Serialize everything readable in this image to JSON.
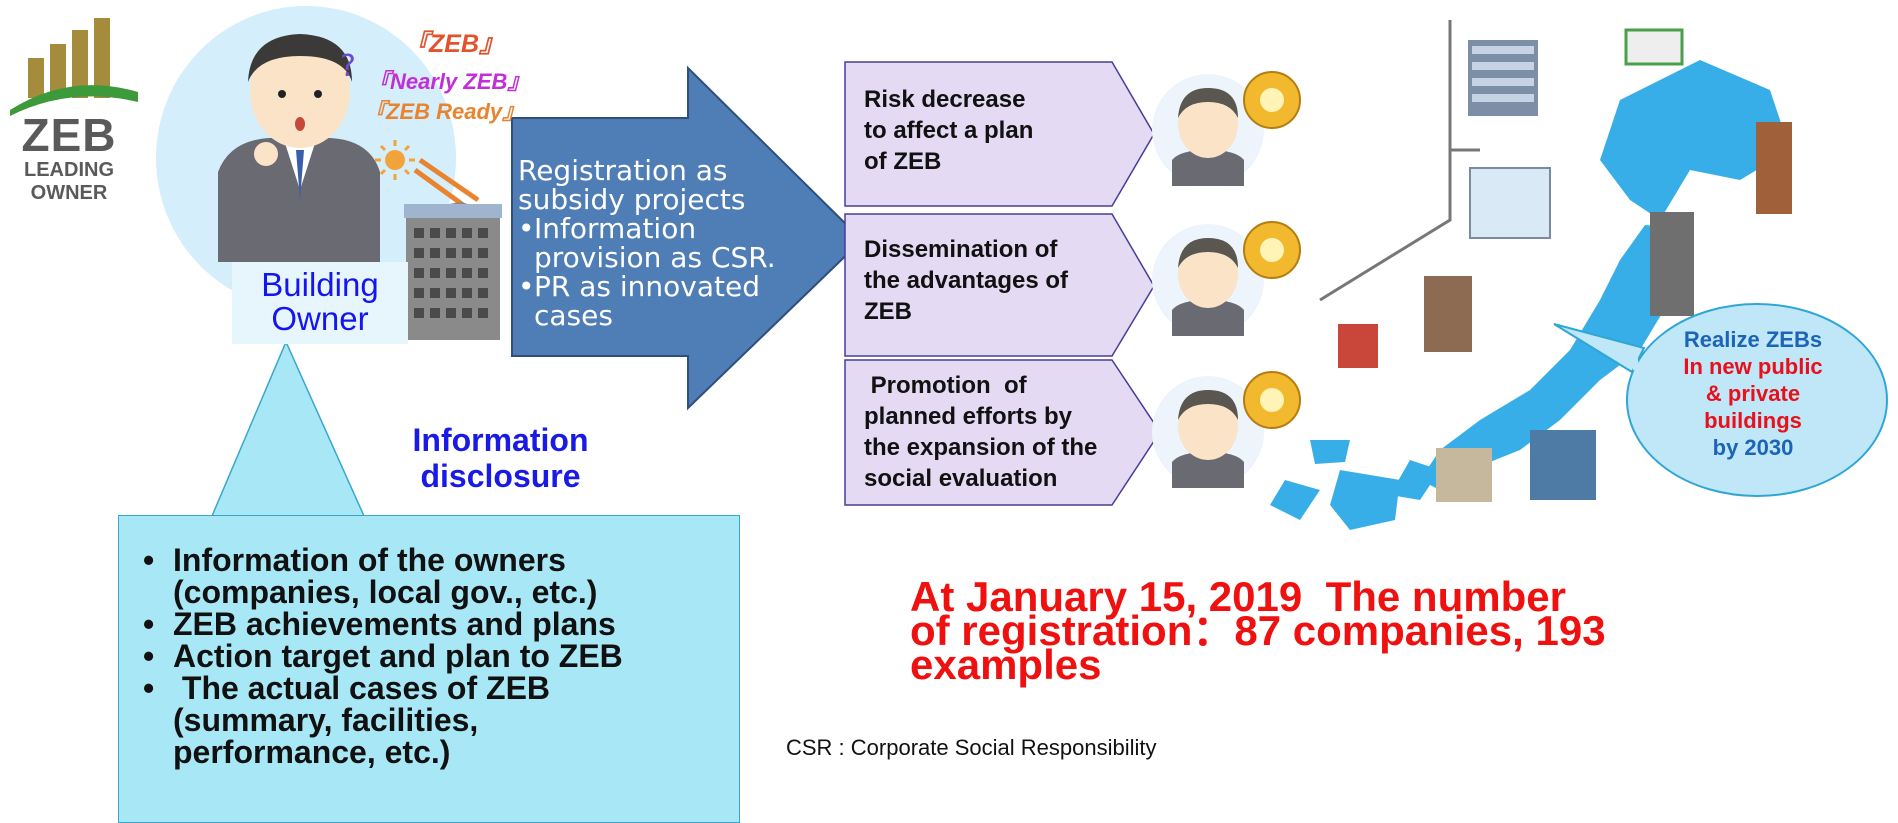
{
  "logo": {
    "zeb": "ZEB",
    "leading": "LEADING",
    "owner": "OWNER"
  },
  "zeb_labels": [
    "『ZEB』",
    "『Nearly ZEB』",
    "『ZEB Ready』"
  ],
  "owner_label": {
    "line1": "Building",
    "line2": "Owner"
  },
  "arrow": {
    "line1": "Registration as",
    "line2": "subsidy projects",
    "bullet1_a": "Information",
    "bullet1_b": "provision as CSR.",
    "bullet2_a": "PR as innovated",
    "bullet2_b": "cases"
  },
  "info_disclosure": {
    "line1": "Information",
    "line2": "disclosure"
  },
  "disclosure_items": [
    {
      "a": "Information of the owners",
      "b": "(companies, local gov., etc.)"
    },
    {
      "a": "ZEB achievements and plans",
      "b": ""
    },
    {
      "a": "Action target and plan to ZEB",
      "b": ""
    },
    {
      "a": " The actual cases of ZEB",
      "b": "(summary, facilities,",
      "c": "performance, etc.)"
    }
  ],
  "benefits": [
    {
      "l1": "Risk decrease",
      "l2": "to affect a plan",
      "l3": "of ZEB"
    },
    {
      "l1": "Dissemination of",
      "l2": "the advantages of",
      "l3": "ZEB"
    },
    {
      "l1": " Promotion  of",
      "l2": "planned efforts by",
      "l3": "the expansion of the",
      "l4": "social evaluation"
    }
  ],
  "bubble": {
    "l1": "Realize ZEBs",
    "l2": "In new public",
    "l3": "& private",
    "l4": "buildings",
    "l5": "by 2030"
  },
  "registration": {
    "l1": "At January 15, 2019  The number",
    "l2": "of registration：87 companies, 193",
    "l3": "examples"
  },
  "csr_note": "CSR : Corporate Social Responsibility",
  "colors": {
    "arrow": "#4f7db6",
    "pentagon": "#e3d9f2",
    "bubble": "#bfe7f7",
    "disclosure_box": "#a8e8f6",
    "map": "#38aee8"
  }
}
